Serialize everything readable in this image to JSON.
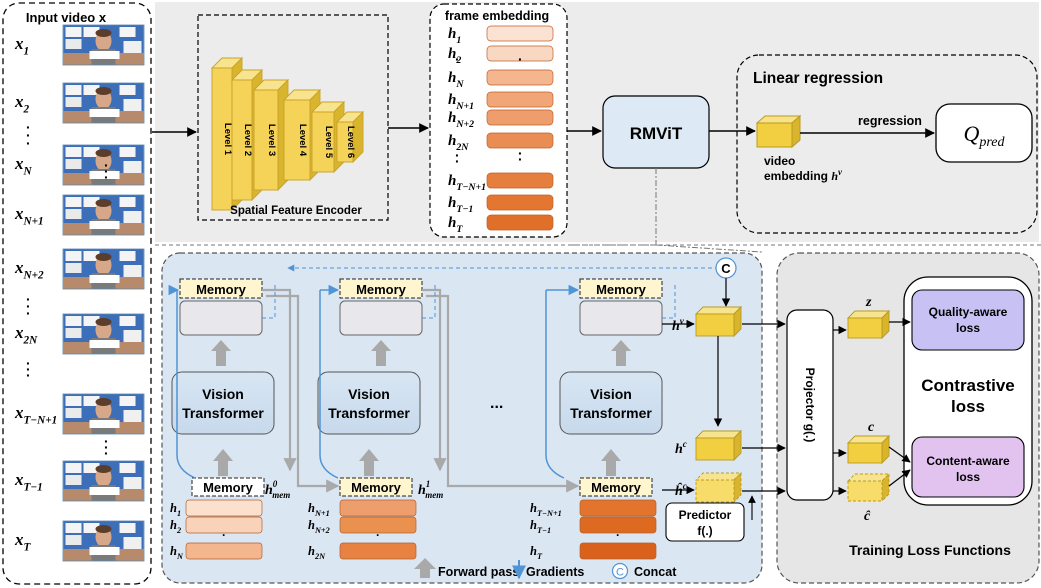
{
  "input_video": {
    "title": "Input video x",
    "frames": [
      {
        "base": "x",
        "sub": "1"
      },
      {
        "base": "x",
        "sub": "2"
      },
      {
        "base": "x",
        "sub": "N"
      },
      {
        "base": "x",
        "sub": "N+1"
      },
      {
        "base": "x",
        "sub": "N+2"
      },
      {
        "base": "x",
        "sub": "2N"
      },
      {
        "base": "x",
        "sub": "T−N+1"
      },
      {
        "base": "x",
        "sub": "T−1"
      },
      {
        "base": "x",
        "sub": "T"
      }
    ],
    "ellipsis": "·"
  },
  "encoder": {
    "label": "Spatial Feature Encoder",
    "levels": [
      "Level 1",
      "Level 2",
      "Level 3",
      "Level 4",
      "Level 5",
      "Level 6"
    ]
  },
  "frame_embedding": {
    "title": "frame embedding",
    "items": [
      {
        "base": "h",
        "sub": "1"
      },
      {
        "base": "h",
        "sub": "2"
      },
      {
        "base": "h",
        "sub": "N"
      },
      {
        "base": "h",
        "sub": "N+1"
      },
      {
        "base": "h",
        "sub": "N+2"
      },
      {
        "base": "h",
        "sub": "2N"
      },
      {
        "base": "h",
        "sub": "T−N+1"
      },
      {
        "base": "h",
        "sub": "T−1"
      },
      {
        "base": "h",
        "sub": "T"
      }
    ]
  },
  "rmvit": {
    "label": "RMViT"
  },
  "regression": {
    "title": "Linear regression",
    "arrow_label": "regression",
    "video_embedding_line1": "video",
    "video_embedding_line2": "embedding",
    "video_embedding_symbol": "h",
    "video_embedding_sup": "v",
    "q_base": "Q",
    "q_sub": "pred"
  },
  "rmvit_detail": {
    "memory_label": "Memory",
    "vt_line1": "Vision",
    "vt_line2": "Transformer",
    "dots": "...",
    "concat_symbol": "C",
    "hmem0_base": "h",
    "hmem0_sup": "0",
    "hmem0_sub": "mem",
    "hmem1_base": "h",
    "hmem1_sup": "1",
    "hmem1_sub": "mem",
    "seg1": [
      {
        "base": "h",
        "sub": "1"
      },
      {
        "base": "h",
        "sub": "2"
      },
      {
        "base": "h",
        "sub": "N"
      }
    ],
    "seg2": [
      {
        "base": "h",
        "sub": "N+1"
      },
      {
        "base": "h",
        "sub": "N+2"
      },
      {
        "base": "h",
        "sub": "2N"
      }
    ],
    "seg3": [
      {
        "base": "h",
        "sub": "T−N+1"
      },
      {
        "base": "h",
        "sub": "T−1"
      },
      {
        "base": "h",
        "sub": "T"
      }
    ],
    "hv_base": "h",
    "hv_sup": "v",
    "hc_base": "h",
    "hc_sup": "c",
    "hchat_base": "ĥ",
    "hchat_sup": "c",
    "predictor_line1": "Predictor",
    "predictor_line2": "f(.)",
    "legend": {
      "forward": "Forward pass",
      "gradients": "Gradients",
      "concat": "Concat"
    }
  },
  "training": {
    "projector": "Projector g(.)",
    "z": "z",
    "c": "c",
    "c_hat": "ĉ",
    "quality_line1": "Quality-aware",
    "quality_line2": "loss",
    "contrastive_line1": "Contrastive",
    "contrastive_line2": "loss",
    "content_line1": "Content-aware",
    "content_line2": "loss",
    "title": "Training Loss Functions"
  },
  "colors": {
    "encoder_yellow": "#f5d258",
    "encoder_edge": "#c9a227",
    "embedding_light": "#fad9c4",
    "embedding_dark": "#e2702a",
    "rmvit_fill": "#dde9f5",
    "detail_bg": "#dbe6f3",
    "training_bg": "#e6e6e6",
    "top_bg": "#ececec",
    "quality_fill": "#c7c2f3",
    "content_fill": "#e2c3ef",
    "arrow_blue": "#4f94d4",
    "arrow_gray": "#a9a9a9"
  }
}
